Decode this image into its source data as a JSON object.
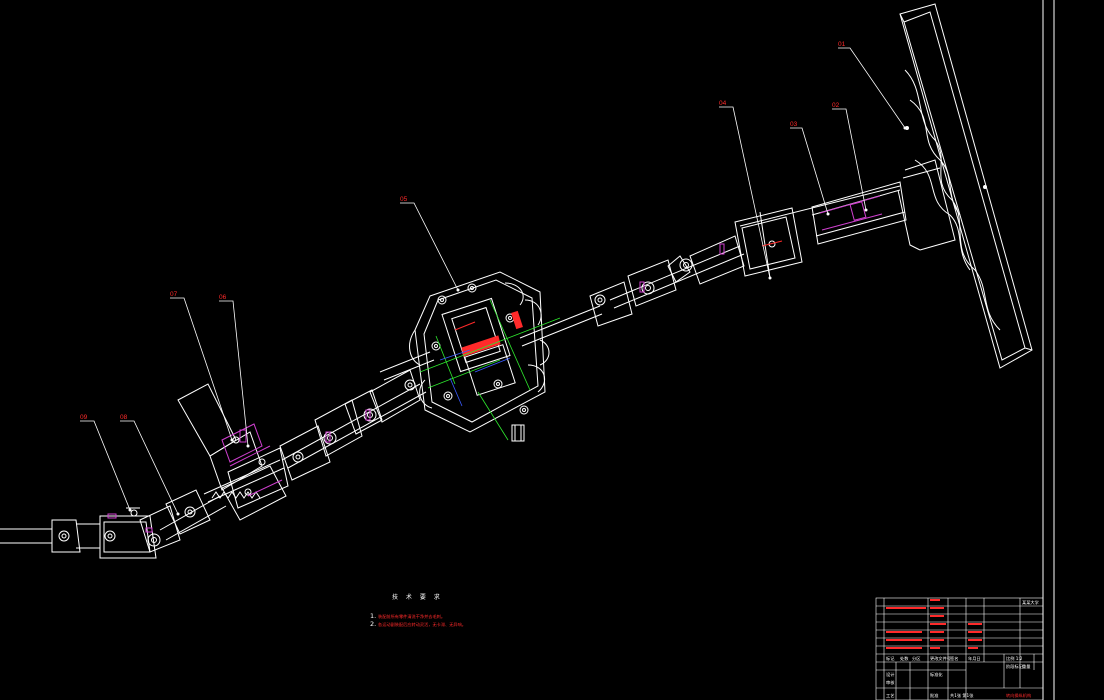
{
  "colors": {
    "background": "#000000",
    "lines": "#ffffff",
    "labels": "#ff2a2a",
    "center_lines": "#2ee82e",
    "accent_magenta": "#d040d0",
    "accent_blue": "#3a5cff"
  },
  "part_labels": [
    {
      "id": "01"
    },
    {
      "id": "02"
    },
    {
      "id": "03"
    },
    {
      "id": "04"
    },
    {
      "id": "05"
    },
    {
      "id": "06"
    },
    {
      "id": "07"
    },
    {
      "id": "08"
    },
    {
      "id": "09"
    }
  ],
  "technical_requirements": {
    "title": "技 术 要 求",
    "notes": [
      {
        "num": "1.",
        "text": "装配前所有零件清洗干净并去毛刺。"
      },
      {
        "num": "2.",
        "text": "各运动副装配后应转动灵活，无卡滞、无异响。"
      }
    ]
  },
  "title_block": {
    "rows": [
      [
        "标记",
        "处数",
        "分区",
        "更改文件号",
        "签名",
        "年月日"
      ],
      [
        "设计",
        "",
        "标准化",
        "",
        "阶段标记",
        "重量"
      ],
      [
        "审核",
        "",
        "",
        "",
        "",
        ""
      ],
      [
        "工艺",
        "",
        "批准",
        "",
        "",
        ""
      ]
    ],
    "drawing_name": "转向操纵机构",
    "school": "某某大学",
    "number_cell": "比例 1:2",
    "sheet": "共1张 第1张"
  }
}
